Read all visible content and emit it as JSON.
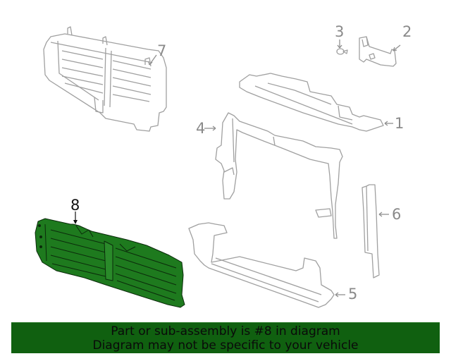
{
  "diagram": {
    "callouts": [
      {
        "number": "1",
        "label": "1"
      },
      {
        "number": "2",
        "label": "2"
      },
      {
        "number": "3",
        "label": "3"
      },
      {
        "number": "4",
        "label": "4"
      },
      {
        "number": "5",
        "label": "5"
      },
      {
        "number": "6",
        "label": "6"
      },
      {
        "number": "7",
        "label": "7"
      },
      {
        "number": "8",
        "label": "8"
      }
    ],
    "highlighted_part": "8",
    "highlight_color": "#1e7a1e",
    "line_color": "#9a9a9a"
  },
  "banner": {
    "line1": "Part or sub-assembly is #8 in diagram",
    "line2": "Diagram may not be specific to your vehicle",
    "background": "#106010"
  }
}
